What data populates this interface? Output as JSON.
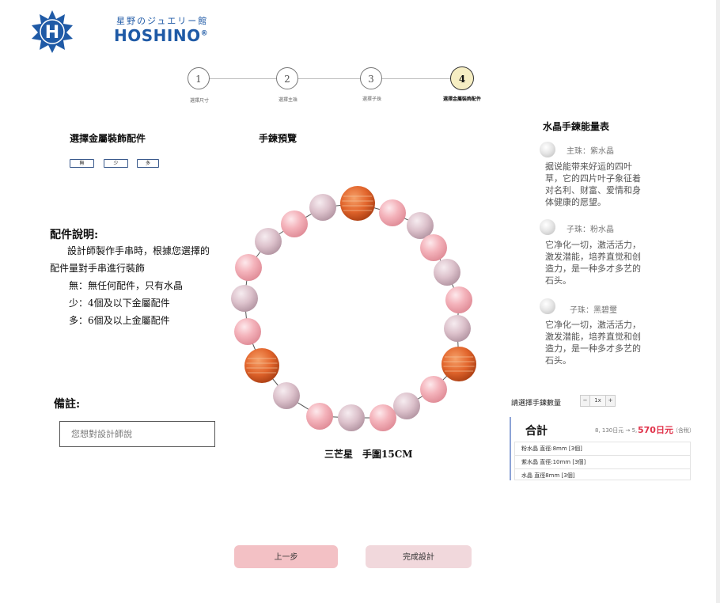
{
  "brand": {
    "subtitle": "星野のジュエリー館",
    "name": "HOSHINO",
    "registered": "®",
    "logo_letter": "H",
    "logo_color": "#1f5aa6"
  },
  "stepper": {
    "steps": [
      {
        "number": "1",
        "label": "選擇尺寸",
        "active": false
      },
      {
        "number": "2",
        "label": "選擇主珠",
        "active": false
      },
      {
        "number": "3",
        "label": "選擇子珠",
        "active": false
      },
      {
        "number": "4",
        "label": "選擇金屬裝飾配件",
        "active": true
      }
    ]
  },
  "accessory": {
    "title": "選擇金屬裝飾配件",
    "options": [
      "無",
      "少",
      "多"
    ]
  },
  "preview": {
    "title": "手鍊預覽",
    "caption": "三芒星　手圍15CM"
  },
  "description": {
    "title": "配件說明:",
    "lines": [
      "設計師製作手串時，根據您選擇的",
      "配件量對手串進行裝飾",
      "無：無任何配件，只有水晶",
      "少：4個及以下金屬配件",
      "多：6個及以上金屬配件"
    ]
  },
  "note": {
    "title": "備註:",
    "placeholder": "您想對設計師說"
  },
  "energy": {
    "title": "水晶手鍊能量表",
    "items": [
      {
        "name": "主珠：紫水晶",
        "desc": "据说能带来好运的四叶草，它的四片叶子象征着对名利、财富、爱情和身体健康的愿望。"
      },
      {
        "name": "子珠：粉水晶",
        "desc": "它净化一切，激活活力，激发潜能，培养直觉和创造力，是一种多才多艺的石头。"
      },
      {
        "name": "子珠：黑碧璽",
        "desc": "它净化一切，激活活力，激发潜能，培养直觉和创造力，是一种多才多艺的石头。"
      }
    ]
  },
  "quantity": {
    "label": "請選擇手鍊數量",
    "minus": "−",
    "value": "1x",
    "plus": "+"
  },
  "summary": {
    "title": "合計",
    "original": "8, 130日元 → 5,",
    "price": "570日元",
    "tax": "（含稅）",
    "items": [
      "粉水晶  直徑:8mm  [3個]",
      "紫水晶  直徑:10mm  [3個]",
      "水晶  直徑8mm  [3個]"
    ]
  },
  "buttons": {
    "prev": "上一步",
    "done": "完成設計"
  },
  "colors": {
    "pink_bead": "#f2aeb6",
    "lilac_bead": "#dcc1cb",
    "orange_bead": "#e2652c",
    "price_red": "#e0324a",
    "active_step": "#f6eec3",
    "prev_button": "#f3c1c5",
    "done_button": "#f1d8dc"
  }
}
